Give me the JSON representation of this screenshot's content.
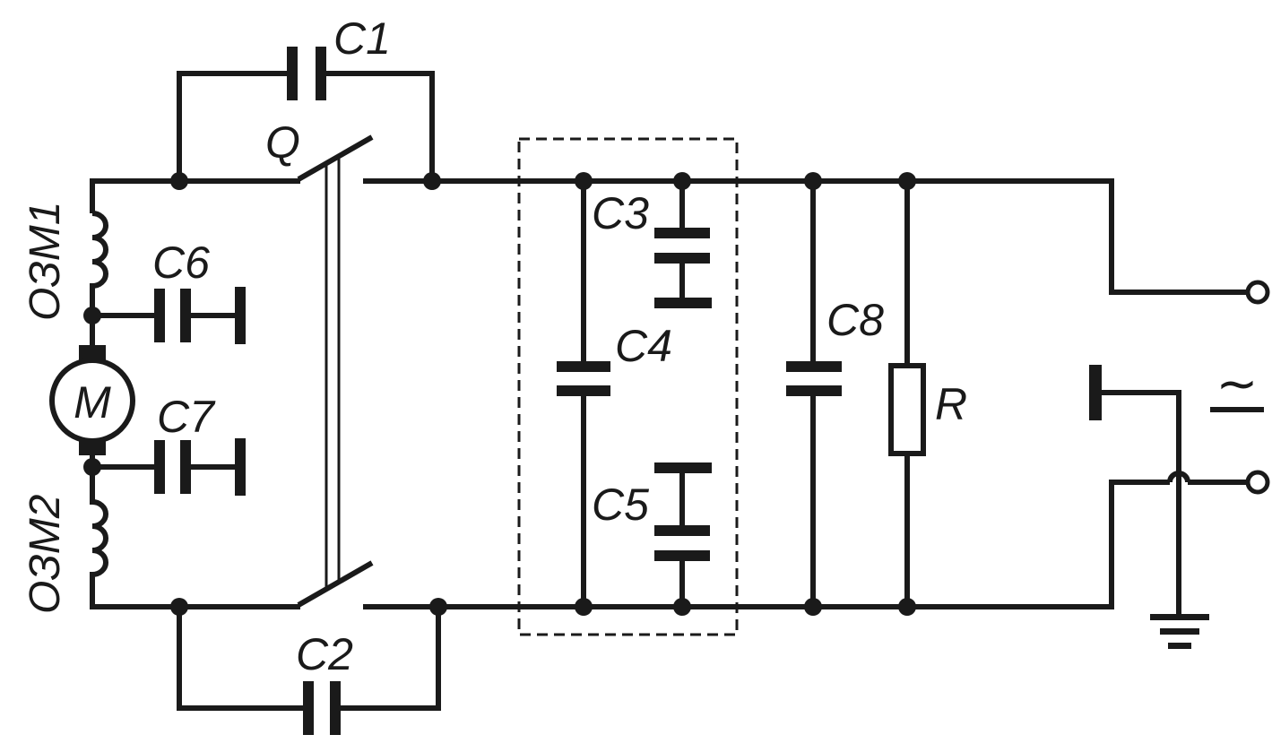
{
  "labels": {
    "c1": "C1",
    "c2": "C2",
    "c3": "C3",
    "c4": "C4",
    "c5": "C5",
    "c6": "C6",
    "c7": "C7",
    "c8": "C8",
    "q": "Q",
    "r": "R",
    "motor": "M",
    "field1": "ОЗМ1",
    "field2": "ОЗМ2",
    "ac": "~"
  }
}
